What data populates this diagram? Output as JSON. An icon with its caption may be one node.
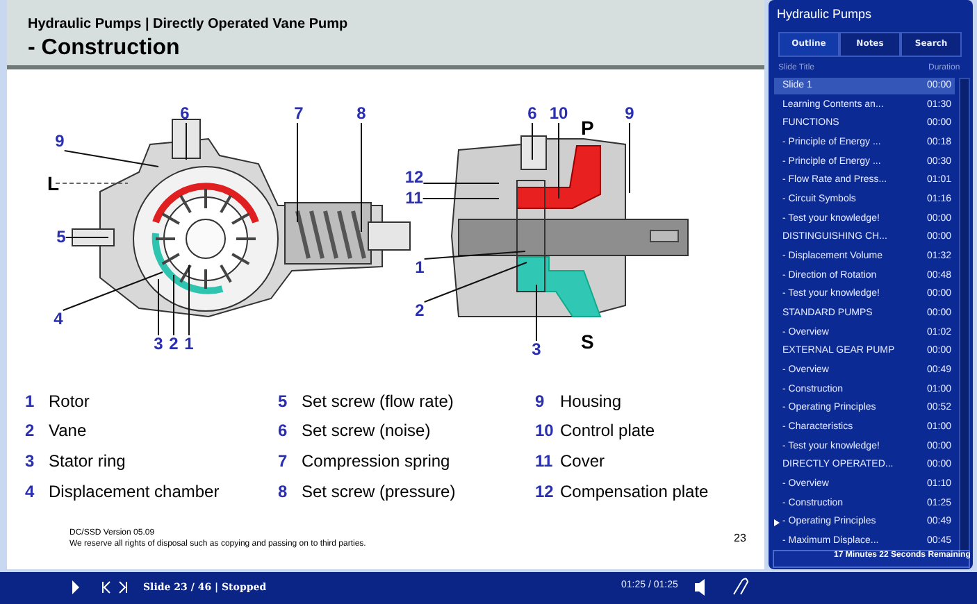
{
  "diagram": {
    "title": "- Construction",
    "nodes": [
      {
        "text": [
          "6"
        ]
      },
      {
        "text": [
          "7"
        ]
      },
      {
        "text": [
          "8"
        ]
      },
      {
        "text": [
          "6"
        ]
      },
      {
        "text": [
          "10"
        ]
      },
      {
        "text": [
          "9"
        ]
      },
      {
        "text": [
          "9"
        ]
      },
      {
        "text": [
          "12"
        ]
      },
      {
        "text": [
          "11"
        ]
      },
      {
        "text": [
          "5"
        ]
      },
      {
        "text": [
          "1"
        ]
      },
      {
        "text": [
          "2"
        ]
      },
      {
        "text": [
          "4"
        ]
      },
      {
        "text": [
          "3"
        ]
      },
      {
        "text": [
          "2"
        ]
      },
      {
        "text": [
          "1"
        ]
      },
      {
        "text": [
          "3"
        ]
      }
    ],
    "edges": [
      {
        "from": 0,
        "to": null,
        "arrow": "none"
      },
      {
        "from": 1,
        "to": null,
        "arrow": "none"
      },
      {
        "from": 2,
        "to": null,
        "arrow": "none"
      },
      {
        "from": 3,
        "to": null,
        "arrow": "none"
      },
      {
        "from": 4,
        "to": null,
        "arrow": "none"
      },
      {
        "from": 5,
        "to": null,
        "arrow": "none"
      },
      {
        "from": 6,
        "to": null,
        "arrow": "none"
      },
      {
        "from": 7,
        "to": null,
        "arrow": "none"
      },
      {
        "from": 8,
        "to": null,
        "arrow": "none"
      },
      {
        "from": 9,
        "to": null,
        "arrow": "none"
      },
      {
        "from": 10,
        "to": null,
        "arrow": "none"
      },
      {
        "from": 11,
        "to": null,
        "arrow": "none"
      },
      {
        "from": 12,
        "to": null,
        "arrow": "none"
      },
      {
        "from": 13,
        "to": null,
        "arrow": "none"
      },
      {
        "from": 14,
        "to": null,
        "arrow": "none"
      },
      {
        "from": 15,
        "to": null,
        "arrow": "none"
      },
      {
        "from": 16,
        "to": null,
        "arrow": "none"
      }
    ],
    "labels": [
      "Hydraulic Pumps | Directly Operated Vane Pump",
      "L",
      "P",
      "S",
      "1",
      "Rotor",
      "5",
      "Set screw (flow rate)",
      "9",
      "Housing",
      "2",
      "Vane",
      "6",
      "Set screw (noise)",
      "10",
      "Control plate",
      "3",
      "Stator ring",
      "7",
      "Compression spring",
      "11",
      "Cover",
      "4",
      "Displacement chamber",
      "8",
      "Set screw (pressure)",
      "12",
      "Compensation plate",
      "DC/SSD Version 05.09",
      "We reserve all rights of disposal such as copying and passing on to third parties.",
      "23",
      "Hydraulic Pumps",
      "Outline",
      "Notes",
      "Search",
      "Slide Title",
      "Duration",
      "Slide 1",
      "00:00",
      "Learning Contents an...",
      "01:30",
      "FUNCTIONS",
      "00:00",
      "- Principle of Energy ...",
      "00:18",
      "- Principle of Energy ...",
      "00:30",
      "- Flow Rate and Press...",
      "01:01",
      "- Circuit Symbols",
      "01:16",
      "- Test your knowledge!",
      "00:00",
      "DISTINGUISHING CH...",
      "00:00",
      "- Displacement Volume",
      "01:32",
      "- Direction of Rotation",
      "00:48",
      "- Test your knowledge!",
      "00:00",
      "STANDARD PUMPS",
      "00:00",
      "- Overview",
      "01:02",
      "EXTERNAL GEAR PUMP",
      "00:00",
      "- Overview",
      "00:49",
      "- Construction",
      "01:00",
      "- Operating Principles",
      "00:52",
      "- Characteristics",
      "01:00",
      "- Test your knowledge!",
      "00:00",
      "DIRECTLY OPERATED...",
      "00:00",
      "- Overview",
      "01:10",
      "- Construction",
      "01:25",
      "- Operating Principles",
      "00:49",
      "- Maximum Displace...",
      "00:45",
      "17 Minutes 22 Seconds Remaining",
      "Slide 23 / 46 | Stopped",
      "01:25 / 01:25"
    ]
  }
}
